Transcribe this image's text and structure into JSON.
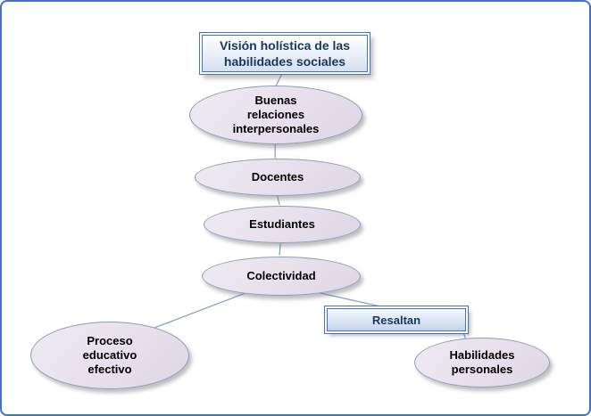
{
  "title": "Visión holística de las habilidades sociales",
  "nodes": {
    "buenas_relaciones": "Buenas relaciones interpersonales",
    "docentes": "Docentes",
    "estudiantes": "Estudiantes",
    "colectividad": "Colectividad",
    "proceso_educativo": "Proceso educativo efectivo",
    "resaltan": "Resaltan",
    "habilidades_personales": "Habilidades personales"
  },
  "colors": {
    "frame_border": "#4472C4",
    "title_text": "#17375E",
    "ellipse_fill": "#E7E0EC",
    "ellipse_border": "#8E9CB8",
    "connector": "#8CA3C4",
    "node_text": "#000000"
  }
}
